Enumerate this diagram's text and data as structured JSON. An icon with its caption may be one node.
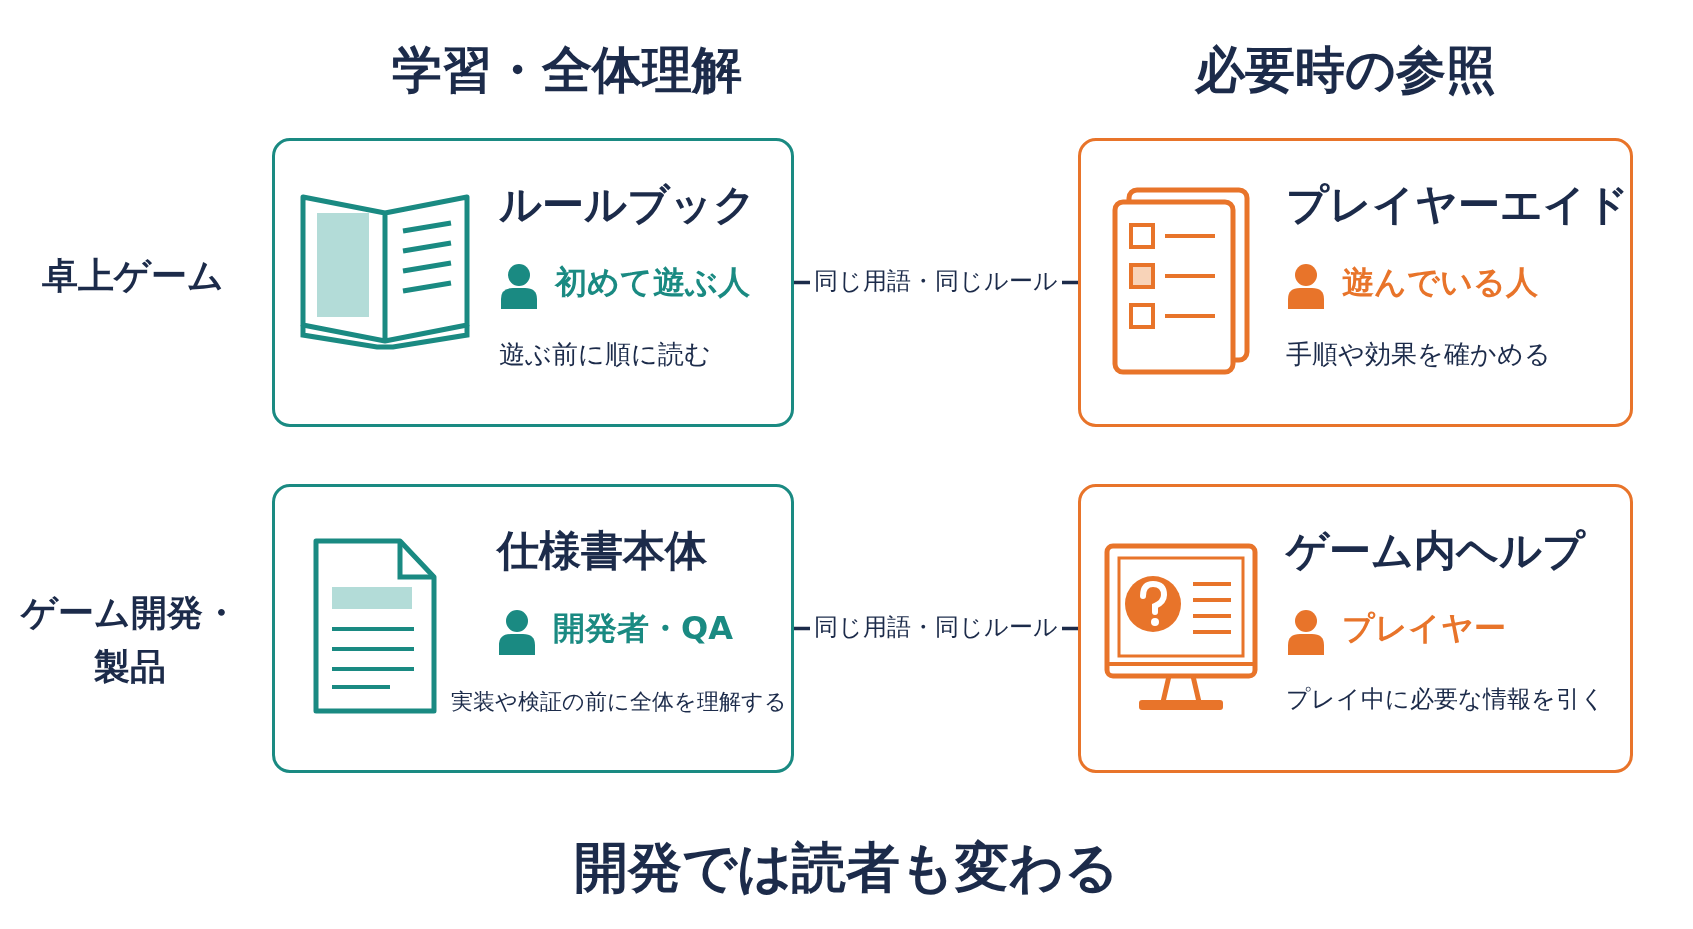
{
  "diagram": {
    "caption": "開発では読者も変わる",
    "nodes": [
      {
        "text": [
          "ルールブック",
          "初めて遊ぶ人",
          "遊ぶ前に順に読む"
        ]
      },
      {
        "text": [
          "プレイヤーエイド",
          "遊んでいる人",
          "手順や効果を確かめる"
        ]
      },
      {
        "text": [
          "仕様書本体",
          "開発者・QA",
          "実装や検証の前に全体を理解する"
        ]
      },
      {
        "text": [
          "ゲーム内ヘルプ",
          "プレイヤー",
          "プレイ中に必要な情報を引く"
        ]
      }
    ],
    "edges": [
      {
        "from": 0,
        "to": 1,
        "arrow": "none",
        "label": "同じ用語・同じルール"
      },
      {
        "from": 2,
        "to": 3,
        "arrow": "none",
        "label": "同じ用語・同じルール"
      }
    ],
    "labels": [
      "学習・全体理解",
      "必要時の参照",
      "卓上ゲーム",
      "ゲーム開発・製品"
    ]
  }
}
